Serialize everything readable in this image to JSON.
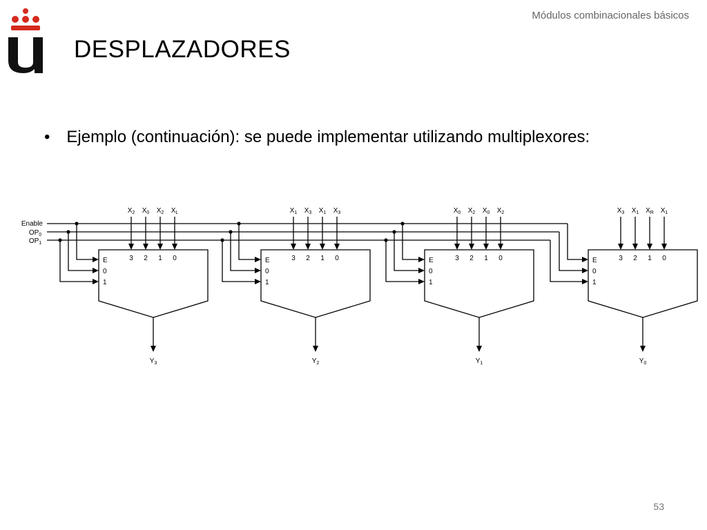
{
  "header": {
    "section": "Módulos combinacionales básicos"
  },
  "logo": {
    "name": "university-logo"
  },
  "title": "DESPLAZADORES",
  "bullet": {
    "marker": "•",
    "text": "Ejemplo (continuación): se puede implementar utilizando multiplexores:"
  },
  "diagram": {
    "control_signals": {
      "enable": "Enable",
      "op0": {
        "base": "OP",
        "sub": "0"
      },
      "op1": {
        "base": "OP",
        "sub": "1"
      }
    },
    "mux_labels": {
      "enable": "E",
      "sel0": "0",
      "sel1": "1",
      "data": [
        "3",
        "2",
        "1",
        "0"
      ]
    },
    "muxes": [
      {
        "inputs": [
          {
            "base": "X",
            "sub": "2"
          },
          {
            "base": "X",
            "sub": "0"
          },
          {
            "base": "X",
            "sub": "2"
          },
          {
            "base": "X",
            "sub": "L"
          }
        ],
        "output": {
          "base": "Y",
          "sub": "3"
        }
      },
      {
        "inputs": [
          {
            "base": "X",
            "sub": "1"
          },
          {
            "base": "X",
            "sub": "3"
          },
          {
            "base": "X",
            "sub": "1"
          },
          {
            "base": "X",
            "sub": "3"
          }
        ],
        "output": {
          "base": "Y",
          "sub": "2"
        }
      },
      {
        "inputs": [
          {
            "base": "X",
            "sub": "0"
          },
          {
            "base": "X",
            "sub": "2"
          },
          {
            "base": "X",
            "sub": "0"
          },
          {
            "base": "X",
            "sub": "2"
          }
        ],
        "output": {
          "base": "Y",
          "sub": "1"
        }
      },
      {
        "inputs": [
          {
            "base": "X",
            "sub": "3"
          },
          {
            "base": "X",
            "sub": "1"
          },
          {
            "base": "X",
            "sub": "R"
          },
          {
            "base": "X",
            "sub": "1"
          }
        ],
        "output": {
          "base": "Y",
          "sub": "0"
        }
      }
    ]
  },
  "page_number": "53",
  "colors": {
    "logo_red": "#d42a1e",
    "logo_black": "#111111",
    "header_gray": "#666666"
  }
}
